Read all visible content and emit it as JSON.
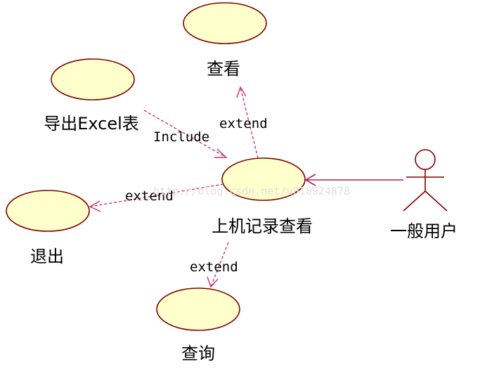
{
  "use_cases": {
    "view": "查看",
    "export": "导出Excel表",
    "record_view": "上机记录查看",
    "logout": "退出",
    "query": "查询"
  },
  "actors": {
    "general_user": "一般用户"
  },
  "stereotypes": {
    "include": "Include",
    "extend_view": "extend",
    "extend_logout": "extend",
    "extend_query": "extend"
  },
  "watermark": "http://blog.csdn.net/u010924878",
  "colors": {
    "usecase_fill": "#ffffcc",
    "usecase_stroke": "#800000",
    "dependency": "#cc3366",
    "association": "#aa2255"
  }
}
